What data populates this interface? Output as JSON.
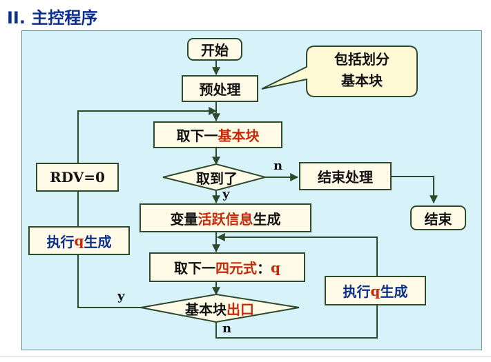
{
  "title": "II. 主控程序",
  "nodes": {
    "start": "开始",
    "preprocess": "预处理",
    "callout_line1": "包括划分",
    "callout_line2": "基本块",
    "fetch_block_a": "取下一",
    "fetch_block_b": "基本块",
    "got_it": "取到了",
    "end_process": "结束处理",
    "end": "结束",
    "rdv": "RDV=0",
    "live_a": "变量",
    "live_b": "活跃信息",
    "live_c": "生成",
    "exec_left_a": "执行",
    "exec_left_b": "q",
    "exec_left_c": "生成",
    "fetch_quad_a": "取下一",
    "fetch_quad_b": "四元式",
    "fetch_quad_c": "：",
    "fetch_quad_d": "q",
    "exec_right_a": "执行",
    "exec_right_b": "q",
    "exec_right_c": "生成",
    "exit_a": "基本块",
    "exit_b": "出口"
  },
  "edges": {
    "got_no": "n",
    "got_yes": "y",
    "exit_yes": "y",
    "exit_no": "n"
  },
  "colors": {
    "title": "#0b2f8f",
    "panel": "#d7f2f8",
    "box": "#fffbe7",
    "highlight": "#c62a0a",
    "blue": "#0b2f8f"
  }
}
